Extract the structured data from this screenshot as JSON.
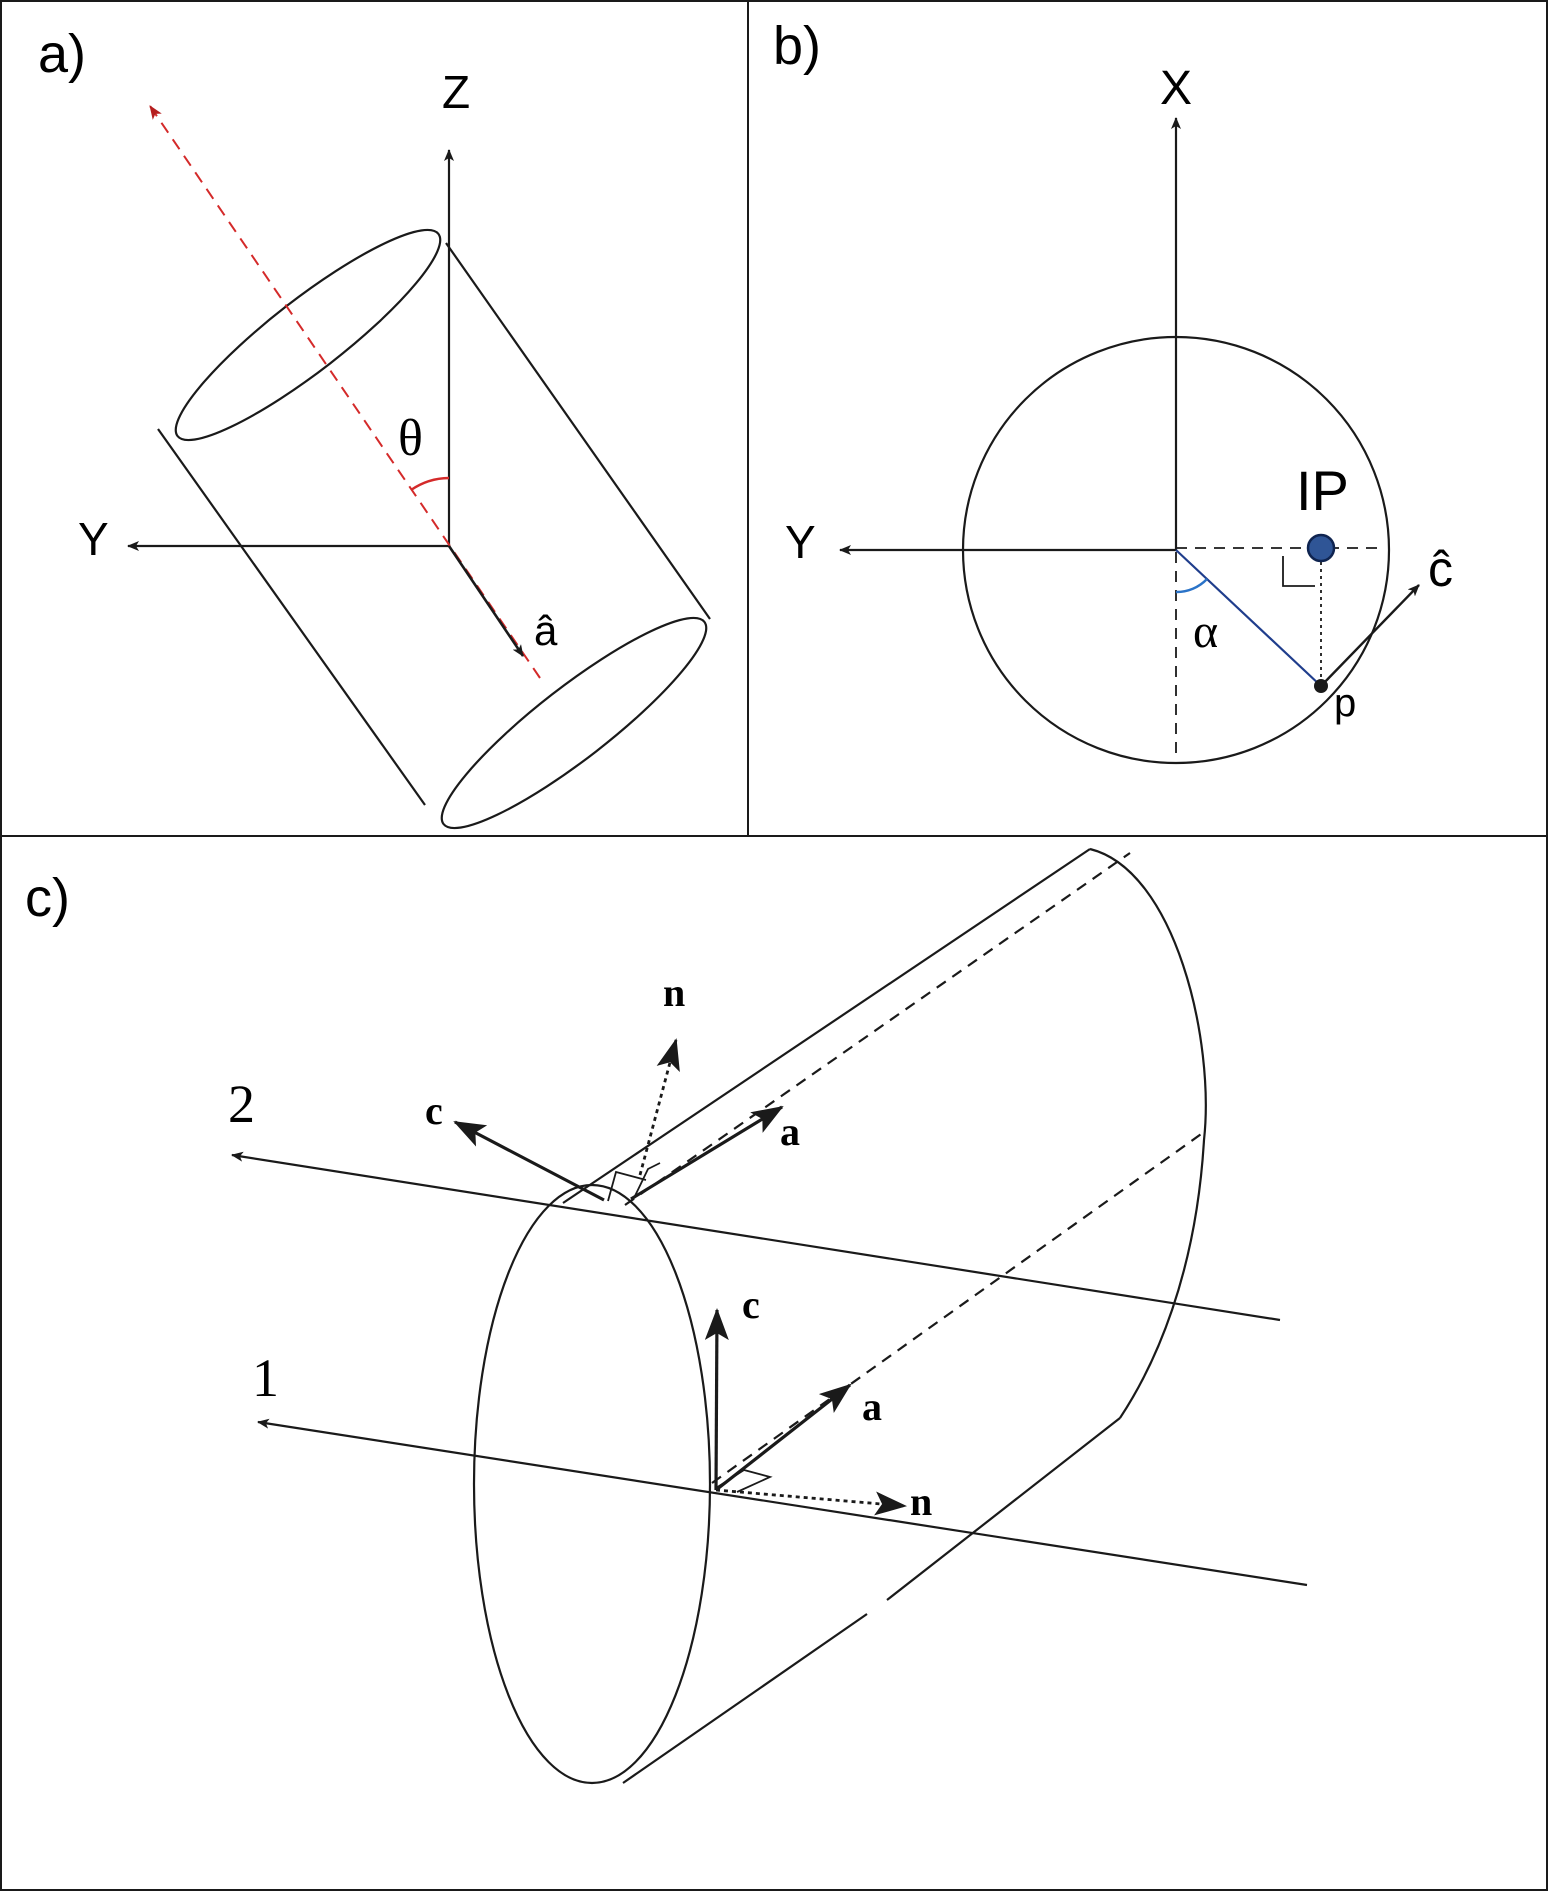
{
  "panels": {
    "a": {
      "label": "a)",
      "axis_z": "Z",
      "axis_y": "Y",
      "angle": "θ",
      "vector": "â"
    },
    "b": {
      "label": "b)",
      "axis_x": "X",
      "axis_y": "Y",
      "point_ip": "IP",
      "angle": "α",
      "vector": "ĉ",
      "point_p": "p"
    },
    "c": {
      "label": "c)",
      "track_1": "1",
      "track_2": "2",
      "upper_n": "n",
      "upper_c": "c",
      "upper_a": "a",
      "lower_c": "c",
      "lower_a": "a",
      "lower_n": "n"
    }
  },
  "colors": {
    "ink": "#1a1a1a",
    "track_dashed": "#d42a2a",
    "angle_arc_theta": "#d42a2a",
    "angle_arc_alpha": "#2a73c8",
    "radius_line": "#1f3d8c",
    "ip_marker_fill": "#2f5596",
    "ip_marker_stroke": "#0f2450"
  }
}
